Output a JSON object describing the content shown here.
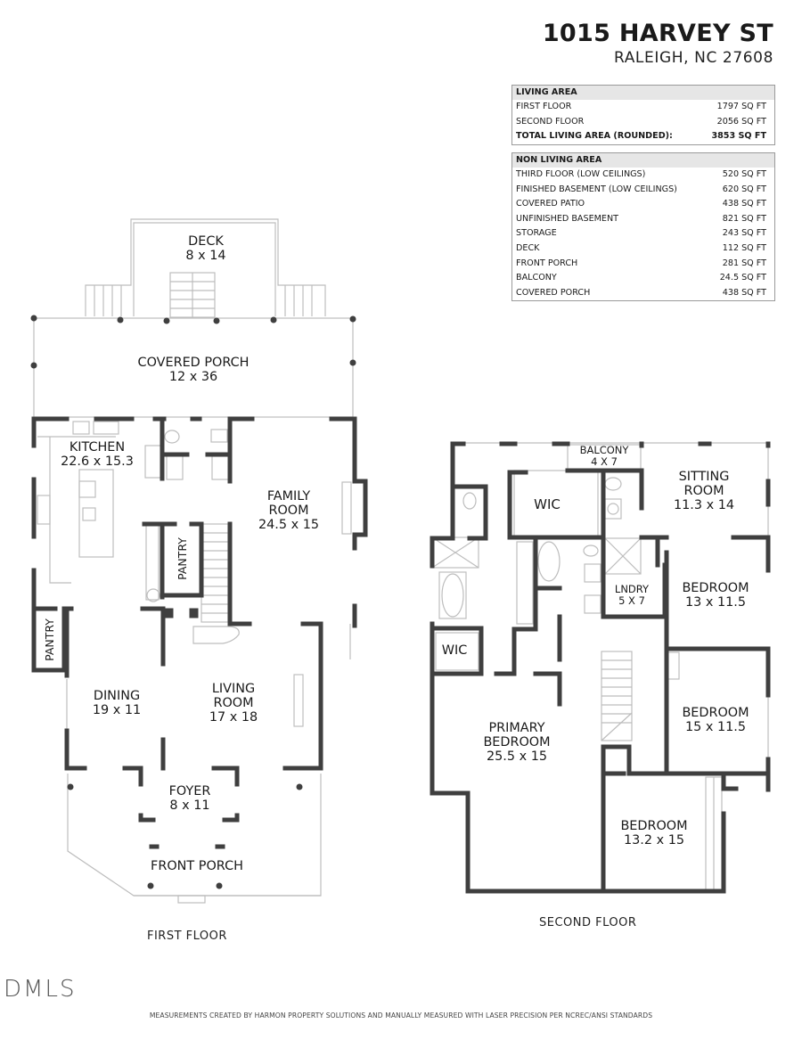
{
  "header": {
    "street": "1015 HARVEY ST",
    "city": "RALEIGH, NC 27608"
  },
  "living_area": {
    "heading": "LIVING AREA",
    "rows": [
      {
        "label": "FIRST FLOOR",
        "value": "1797 SQ FT"
      },
      {
        "label": "SECOND FLOOR",
        "value": "2056 SQ FT"
      }
    ],
    "total": {
      "label": "TOTAL LIVING AREA (ROUNDED):",
      "value": "3853 SQ FT"
    }
  },
  "non_living_area": {
    "heading": "NON LIVING AREA",
    "rows": [
      {
        "label": "THIRD FLOOR (LOW CEILINGS)",
        "value": "520 SQ FT"
      },
      {
        "label": "FINISHED BASEMENT (LOW CEILINGS)",
        "value": "620 SQ FT"
      },
      {
        "label": "COVERED PATIO",
        "value": "438 SQ FT"
      },
      {
        "label": "UNFINISHED BASEMENT",
        "value": "821 SQ FT"
      },
      {
        "label": "STORAGE",
        "value": "243 SQ FT"
      },
      {
        "label": "DECK",
        "value": "112 SQ FT"
      },
      {
        "label": "FRONT PORCH",
        "value": "281 SQ FT"
      },
      {
        "label": "BALCONY",
        "value": "24.5 SQ FT"
      },
      {
        "label": "COVERED PORCH",
        "value": "438 SQ FT"
      }
    ]
  },
  "first_floor": {
    "label": "FIRST FLOOR",
    "rooms": {
      "deck": {
        "name": "DECK",
        "dims": "8 x 14"
      },
      "covered_porch": {
        "name": "COVERED PORCH",
        "dims": "12 x 36"
      },
      "kitchen": {
        "name": "KITCHEN",
        "dims": "22.6 x 15.3"
      },
      "family_room": {
        "name1": "FAMILY",
        "name2": "ROOM",
        "dims": "24.5 x 15"
      },
      "pantry_center": {
        "name": "PANTRY"
      },
      "pantry_side": {
        "name": "PANTRY"
      },
      "dining": {
        "name": "DINING",
        "dims": "19 x 11"
      },
      "living_room": {
        "name1": "LIVING",
        "name2": "ROOM",
        "dims": "17 x 18"
      },
      "foyer": {
        "name": "FOYER",
        "dims": "8 x 11"
      },
      "front_porch": {
        "name": "FRONT PORCH"
      }
    }
  },
  "second_floor": {
    "label": "SECOND FLOOR",
    "rooms": {
      "balcony": {
        "name": "BALCONY",
        "dims": "4 X 7"
      },
      "sitting_room": {
        "name1": "SITTING",
        "name2": "ROOM",
        "dims": "11.3 x 14"
      },
      "wic_top": {
        "name": "WIC"
      },
      "wic_left": {
        "name": "WIC"
      },
      "laundry": {
        "name": "LNDRY",
        "dims": "5 X 7"
      },
      "bedroom_1": {
        "name": "BEDROOM",
        "dims": "13 x 11.5"
      },
      "bedroom_2": {
        "name": "BEDROOM",
        "dims": "15 x 11.5"
      },
      "bedroom_3": {
        "name": "BEDROOM",
        "dims": "13.2 x 15"
      },
      "primary_bedroom": {
        "name1": "PRIMARY",
        "name2": "BEDROOM",
        "dims": "25.5 x 15"
      }
    }
  },
  "footer": {
    "logo": "DMLS",
    "note": "MEASUREMENTS CREATED BY HARMON PROPERTY SOLUTIONS AND MANUALLY MEASURED WITH LASER PRECISION PER NCREC/ANSI STANDARDS"
  },
  "colors": {
    "wall": "#3f3f3f",
    "thin_line": "#bdbdbd",
    "table_header_bg": "#e6e6e6",
    "table_border": "#9a9a9a"
  }
}
